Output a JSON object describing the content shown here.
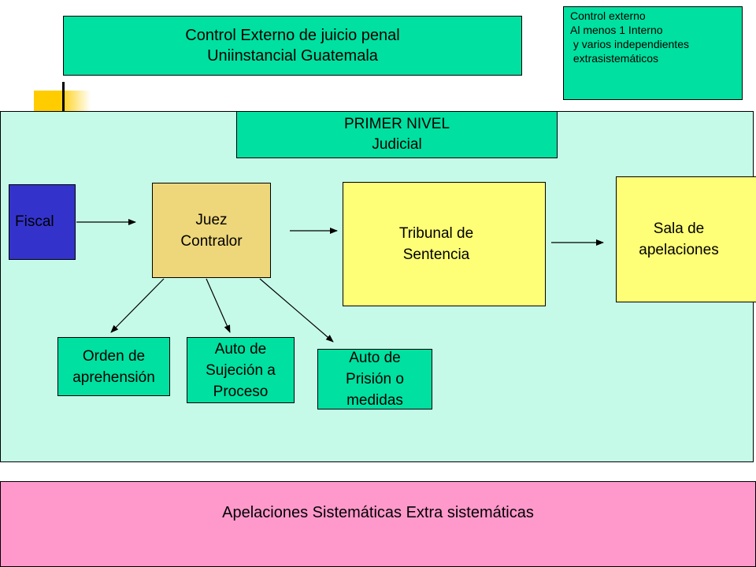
{
  "title": {
    "line1": "Control Externo de juicio penal",
    "line2": "Uniinstancial Guatemala"
  },
  "legend": {
    "line1": "Control externo",
    "line2": "Al menos 1 Interno",
    "line3": " y varios independientes",
    "line4": " extrasistemáticos"
  },
  "level": {
    "line1": "PRIMER NIVEL",
    "line2": "Judicial"
  },
  "nodes": {
    "fiscal": "Fiscal",
    "juez": {
      "line1": "Juez",
      "line2": "Contralor"
    },
    "tribunal": {
      "line1": "Tribunal de",
      "line2": "Sentencia"
    },
    "sala": {
      "line1": "Sala de",
      "line2": "apelaciones"
    },
    "orden": {
      "line1": "Orden de",
      "line2": "aprehensión"
    },
    "auto_sujecion": {
      "line1": "Auto de",
      "line2": "Sujeción a",
      "line3": "Proceso"
    },
    "auto_prision": {
      "line1": "Auto de",
      "line2": "Prisión o",
      "line3": "medidas"
    }
  },
  "bottom": {
    "text": "Apelaciones Sistemáticas Extra sistemáticas"
  },
  "colors": {
    "teal": "#00e0a0",
    "panel": "#c6fae8",
    "fiscal_blue": "#3333cc",
    "juez_tan": "#eed77a",
    "yellow": "#ffff77",
    "pink": "#ff99cc",
    "accent": "#ffcc00"
  }
}
